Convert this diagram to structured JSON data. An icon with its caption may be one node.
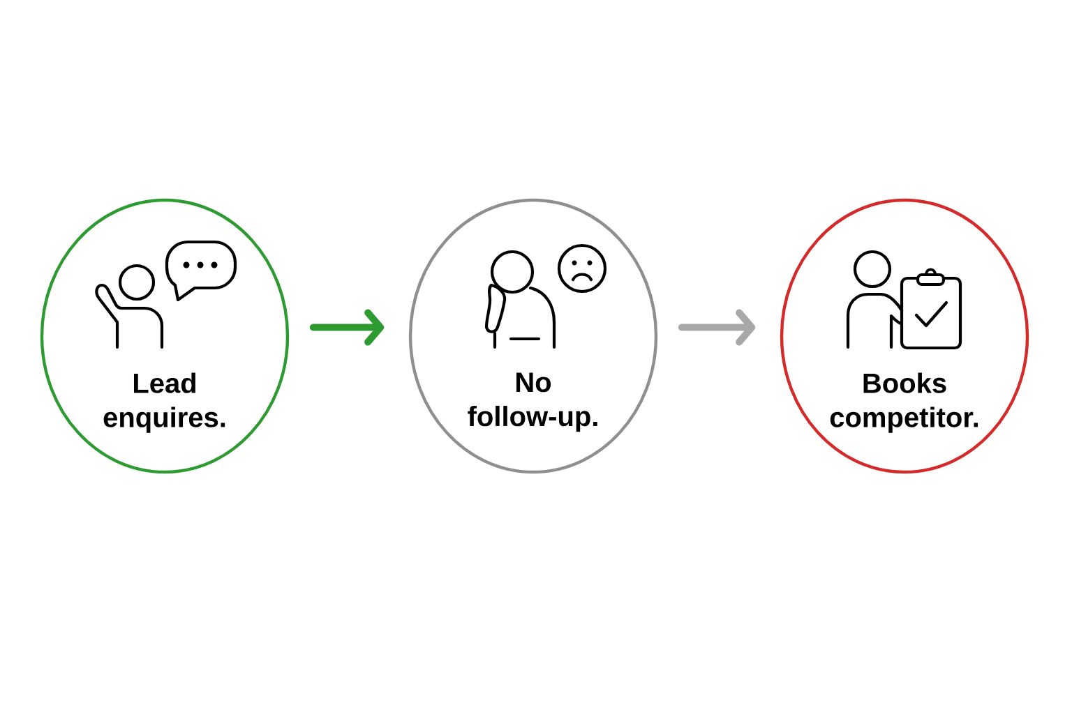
{
  "diagram": {
    "nodes": [
      {
        "text": [
          "Lead enquires."
        ]
      },
      {
        "text": [
          "No follow-up."
        ]
      },
      {
        "text": [
          "Books competitor."
        ]
      }
    ],
    "edges": [
      {
        "from": 0,
        "to": 1,
        "arrow": "to",
        "color": "#2e9b32"
      },
      {
        "from": 1,
        "to": 2,
        "arrow": "to",
        "color": "#a8a8a8"
      }
    ]
  }
}
